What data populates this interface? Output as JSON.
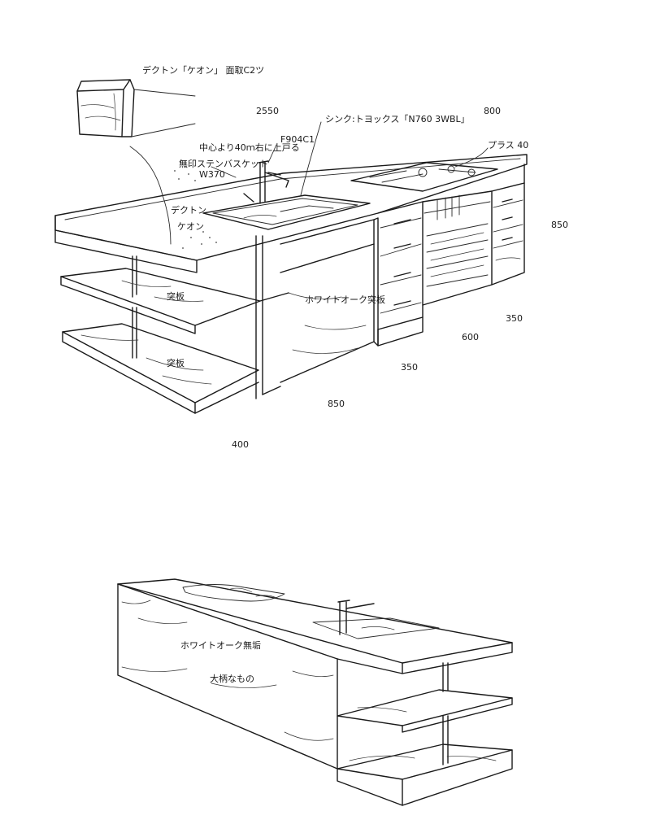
{
  "annotations": {
    "top_material": "デクトン「ケオン」 面取C2ツ",
    "sink": "シンク:トヨックス「N760 3WBL」",
    "faucet": "F904C1",
    "raise": "中心より40ｍ右に上戸る",
    "basket": "無印ステンバスケット",
    "basket_w": "W370",
    "dekton": "デクトン",
    "keon": "ケオン",
    "stove": "プラス 40",
    "shelf1": "突板",
    "shelf2": "突板",
    "panel_oak": "ホワイトオーク突板",
    "back_oak": "ホワイトオーク無垢",
    "back_note": "大柄なもの"
  },
  "dimensions": {
    "d2550": "2550",
    "d800": "800",
    "d850_right": "850",
    "d350_a": "350",
    "d600": "600",
    "d350_b": "350",
    "d850_bottom": "850",
    "d400": "400"
  }
}
